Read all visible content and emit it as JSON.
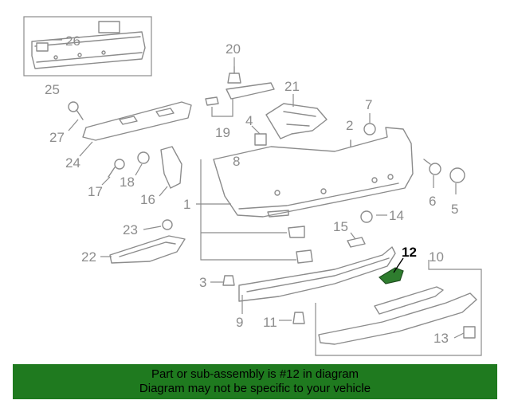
{
  "diagram": {
    "callouts": [
      {
        "id": "c26",
        "label": "26"
      },
      {
        "id": "c25",
        "label": "25"
      },
      {
        "id": "c20",
        "label": "20"
      },
      {
        "id": "c21",
        "label": "21"
      },
      {
        "id": "c7",
        "label": "7"
      },
      {
        "id": "c27",
        "label": "27"
      },
      {
        "id": "c4",
        "label": "4"
      },
      {
        "id": "c19",
        "label": "19"
      },
      {
        "id": "c2",
        "label": "2"
      },
      {
        "id": "c24",
        "label": "24"
      },
      {
        "id": "c8",
        "label": "8"
      },
      {
        "id": "c17",
        "label": "17"
      },
      {
        "id": "c18",
        "label": "18"
      },
      {
        "id": "c16",
        "label": "16"
      },
      {
        "id": "c1",
        "label": "1"
      },
      {
        "id": "c6",
        "label": "6"
      },
      {
        "id": "c5",
        "label": "5"
      },
      {
        "id": "c14",
        "label": "14"
      },
      {
        "id": "c23",
        "label": "23"
      },
      {
        "id": "c15",
        "label": "15"
      },
      {
        "id": "c12",
        "label": "12",
        "highlighted": true
      },
      {
        "id": "c10",
        "label": "10"
      },
      {
        "id": "c22",
        "label": "22"
      },
      {
        "id": "c3",
        "label": "3"
      },
      {
        "id": "c9",
        "label": "9"
      },
      {
        "id": "c11",
        "label": "11"
      },
      {
        "id": "c13",
        "label": "13"
      }
    ],
    "highlight_color": "#2e7d2e"
  },
  "banner": {
    "line1": "Part or sub-assembly is #12 in diagram",
    "line2": "Diagram may not be specific to your vehicle",
    "background": "#1f7a1f"
  }
}
